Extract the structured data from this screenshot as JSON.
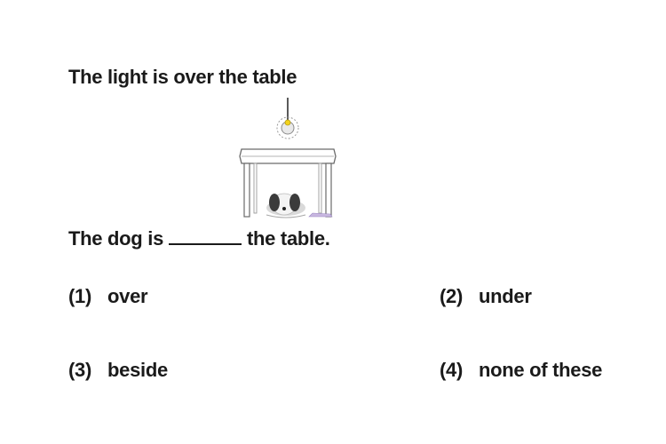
{
  "premise": "The light is over the table",
  "question": {
    "before_blank": "The dog is",
    "after_blank": "the table."
  },
  "options": [
    {
      "number": "(1)",
      "label": "over"
    },
    {
      "number": "(2)",
      "label": "under"
    },
    {
      "number": "(3)",
      "label": "beside"
    },
    {
      "number": "(4)",
      "label": "none of these"
    }
  ],
  "illustration": {
    "icons": [
      "light-bulb-icon",
      "table-icon",
      "dog-icon"
    ]
  }
}
